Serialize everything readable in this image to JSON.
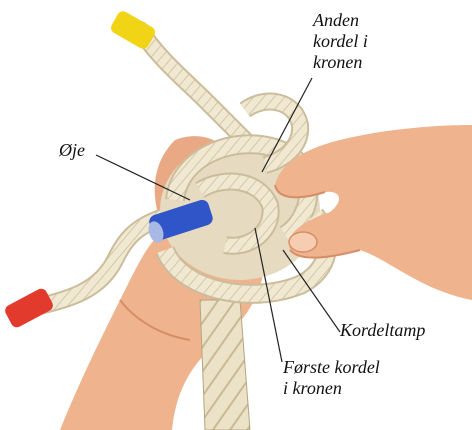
{
  "labels": {
    "anden_kordel": [
      "Anden",
      "kordel i",
      "kronen"
    ],
    "oje": "Øje",
    "kordeltamp": "Kordeltamp",
    "forste_kordel": [
      "Første kordel",
      "i kronen"
    ]
  },
  "colors": {
    "background": "#ffffff",
    "rope": "#f1e8d2",
    "rope_shadow": "#cbbd9c",
    "skin": "#efb38e",
    "skin_shadow": "#d58e68",
    "tip_yellow": "#f2d417",
    "tip_red": "#e23a2c",
    "tip_blue": "#2f55c8",
    "leader_lines": "#222222",
    "text": "#111111"
  }
}
